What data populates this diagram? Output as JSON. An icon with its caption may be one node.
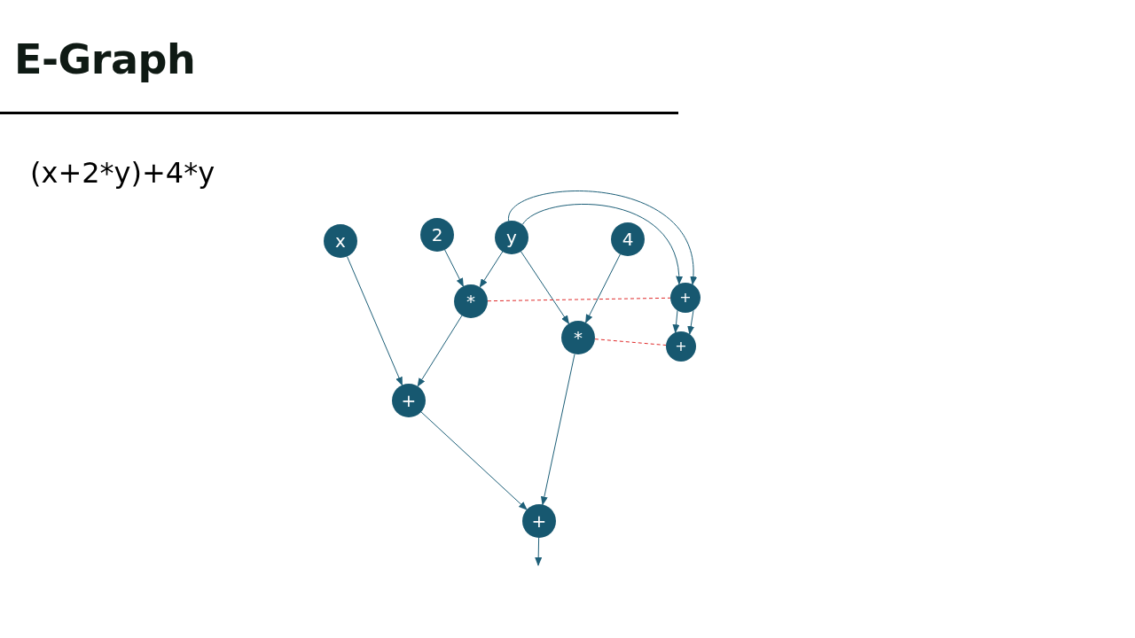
{
  "diagram": {
    "title": "E-Graph",
    "nodes": [
      {
        "text": [
          "x"
        ]
      },
      {
        "text": [
          "2"
        ]
      },
      {
        "text": [
          "y"
        ]
      },
      {
        "text": [
          "4"
        ]
      },
      {
        "text": [
          "*"
        ]
      },
      {
        "text": [
          "+"
        ]
      },
      {
        "text": [
          "*"
        ]
      },
      {
        "text": [
          "+"
        ]
      },
      {
        "text": [
          "+"
        ]
      },
      {
        "text": [
          "+"
        ]
      }
    ],
    "edges": [
      {
        "from": 0,
        "to": 8,
        "arrow": "to"
      },
      {
        "from": 1,
        "to": 4,
        "arrow": "to"
      },
      {
        "from": 2,
        "to": 4,
        "arrow": "to"
      },
      {
        "from": 2,
        "to": 6,
        "arrow": "to"
      },
      {
        "from": 3,
        "to": 6,
        "arrow": "to"
      },
      {
        "from": 2,
        "to": 5,
        "arrow": "to"
      },
      {
        "from": 2,
        "to": 5,
        "arrow": "to"
      },
      {
        "from": 5,
        "to": 7,
        "arrow": "to"
      },
      {
        "from": 5,
        "to": 7,
        "arrow": "to"
      },
      {
        "from": 4,
        "to": 8,
        "arrow": "to"
      },
      {
        "from": 6,
        "to": 9,
        "arrow": "to"
      },
      {
        "from": 8,
        "to": 9,
        "arrow": "to"
      },
      {
        "from": 9,
        "to": null,
        "arrow": "to"
      },
      {
        "from": 4,
        "to": 5,
        "arrow": "none",
        "style": "dashed",
        "color": "#e02b2b"
      },
      {
        "from": 6,
        "to": 7,
        "arrow": "none",
        "style": "dashed",
        "color": "#e02b2b"
      }
    ],
    "labels": [
      "(x+2*y)+4*y"
    ]
  }
}
